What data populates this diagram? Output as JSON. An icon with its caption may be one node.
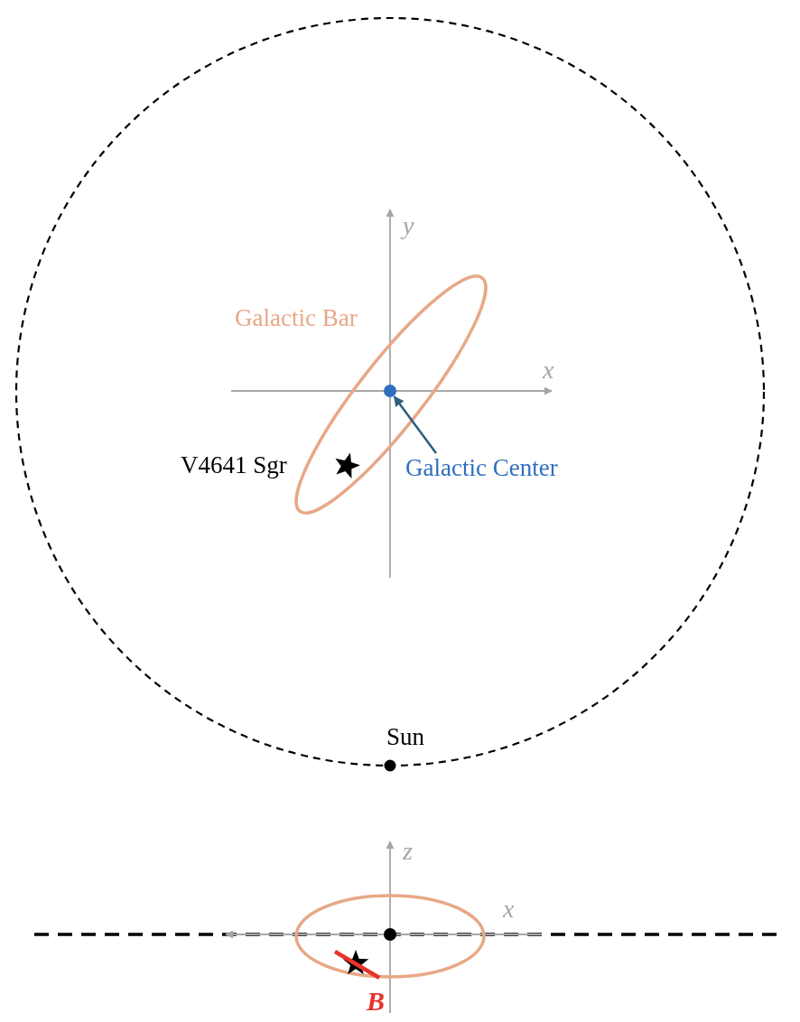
{
  "diagram": {
    "nodes": [
      {
        "text": [
          "Galactic Center"
        ]
      },
      {
        "text": [],
        "shape": "circle"
      }
    ],
    "edges": [
      {
        "from": 0,
        "to": 1,
        "arrow": "to",
        "color": "#2c5f7c"
      }
    ],
    "labels": [
      "y",
      "Galactic Bar",
      "x",
      "V4641 Sgr",
      "Sun",
      "z",
      "x",
      "B"
    ]
  }
}
